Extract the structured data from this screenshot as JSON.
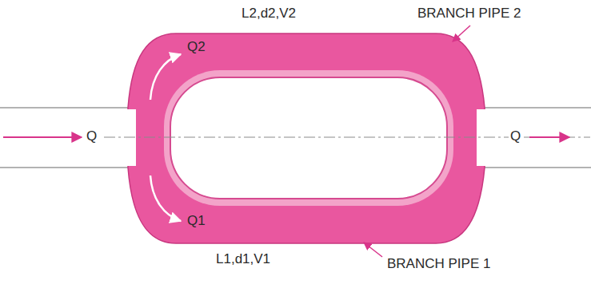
{
  "diagram": {
    "labels": [
      "L2,d2,V2",
      "BRANCH PIPE 2",
      "Q2",
      "Q",
      "Q",
      "Q1",
      "L1,d1,V1",
      "BRANCH PIPE 1"
    ]
  }
}
